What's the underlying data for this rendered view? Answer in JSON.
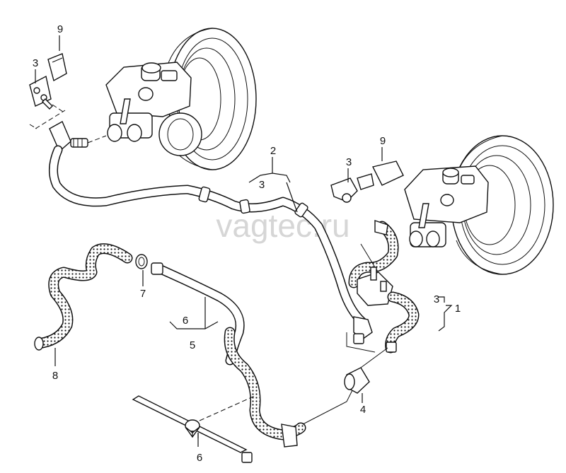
{
  "watermark": "vagtec.ru",
  "callouts": {
    "c9_left": "9",
    "c3_left": "3",
    "c2": "2",
    "c3_mid": "3",
    "c3_right": "3",
    "c9_right": "9",
    "c3_group1": "3",
    "c1": "1",
    "c7": "7",
    "c6_mid": "6",
    "c5": "5",
    "c8": "8",
    "c4": "4",
    "c6_bottom": "6"
  }
}
